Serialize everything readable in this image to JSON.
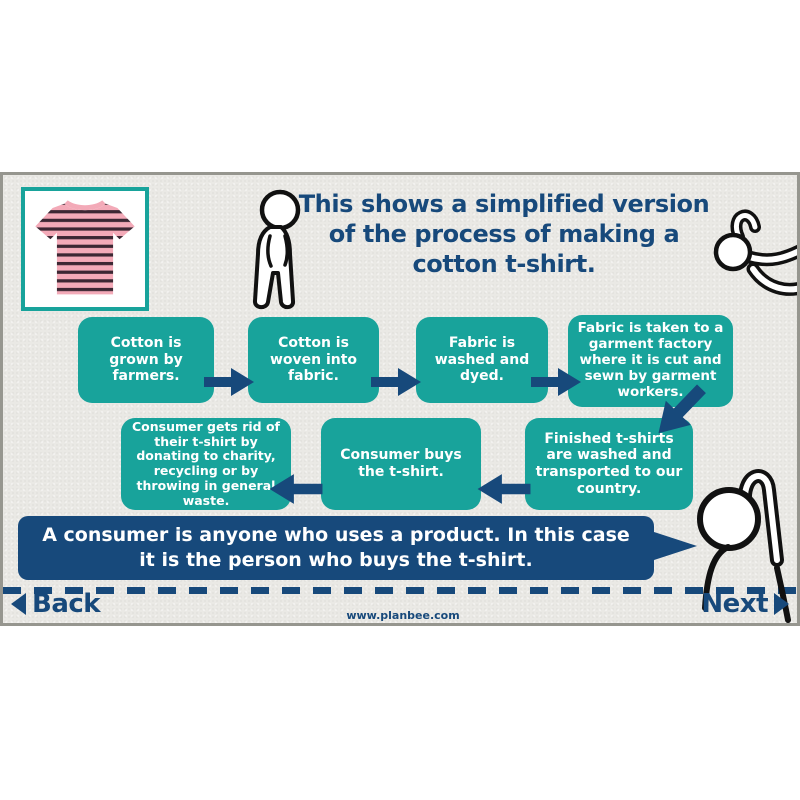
{
  "slide": {
    "title": "This shows a simplified version of the process of making a cotton t-shirt.",
    "boxes": [
      {
        "text": "Cotton is grown by farmers."
      },
      {
        "text": "Cotton is woven into fabric."
      },
      {
        "text": "Fabric is washed and dyed."
      },
      {
        "text": "Fabric is taken to a garment factory where it is cut and sewn by garment workers."
      },
      {
        "text": "Finished t-shirts are washed and transported to our country."
      },
      {
        "text": "Consumer buys the t-shirt."
      },
      {
        "text": "Consumer gets rid of their t-shirt by donating to charity, recycling or by throwing in general waste."
      }
    ],
    "banner": "A consumer is anyone who uses a product. In this case it is the person who buys the t-shirt.",
    "footer": {
      "back_label": "Back",
      "next_label": "Next",
      "website": "www.planbee.com"
    },
    "icons": {
      "back": "left-triangle",
      "next": "right-triangle",
      "flow_arrow": "block-arrow",
      "tshirt": "striped-tshirt-photo",
      "figures": [
        "standing-person",
        "tumbling-person",
        "waving-person"
      ]
    },
    "colors": {
      "teal": "#18a39b",
      "navy": "#17497b",
      "slide_bg": "#eae9e5",
      "shirt_pink": "#f3aab8",
      "shirt_stripe": "#3c2733",
      "slide_border": "#96968f"
    }
  }
}
